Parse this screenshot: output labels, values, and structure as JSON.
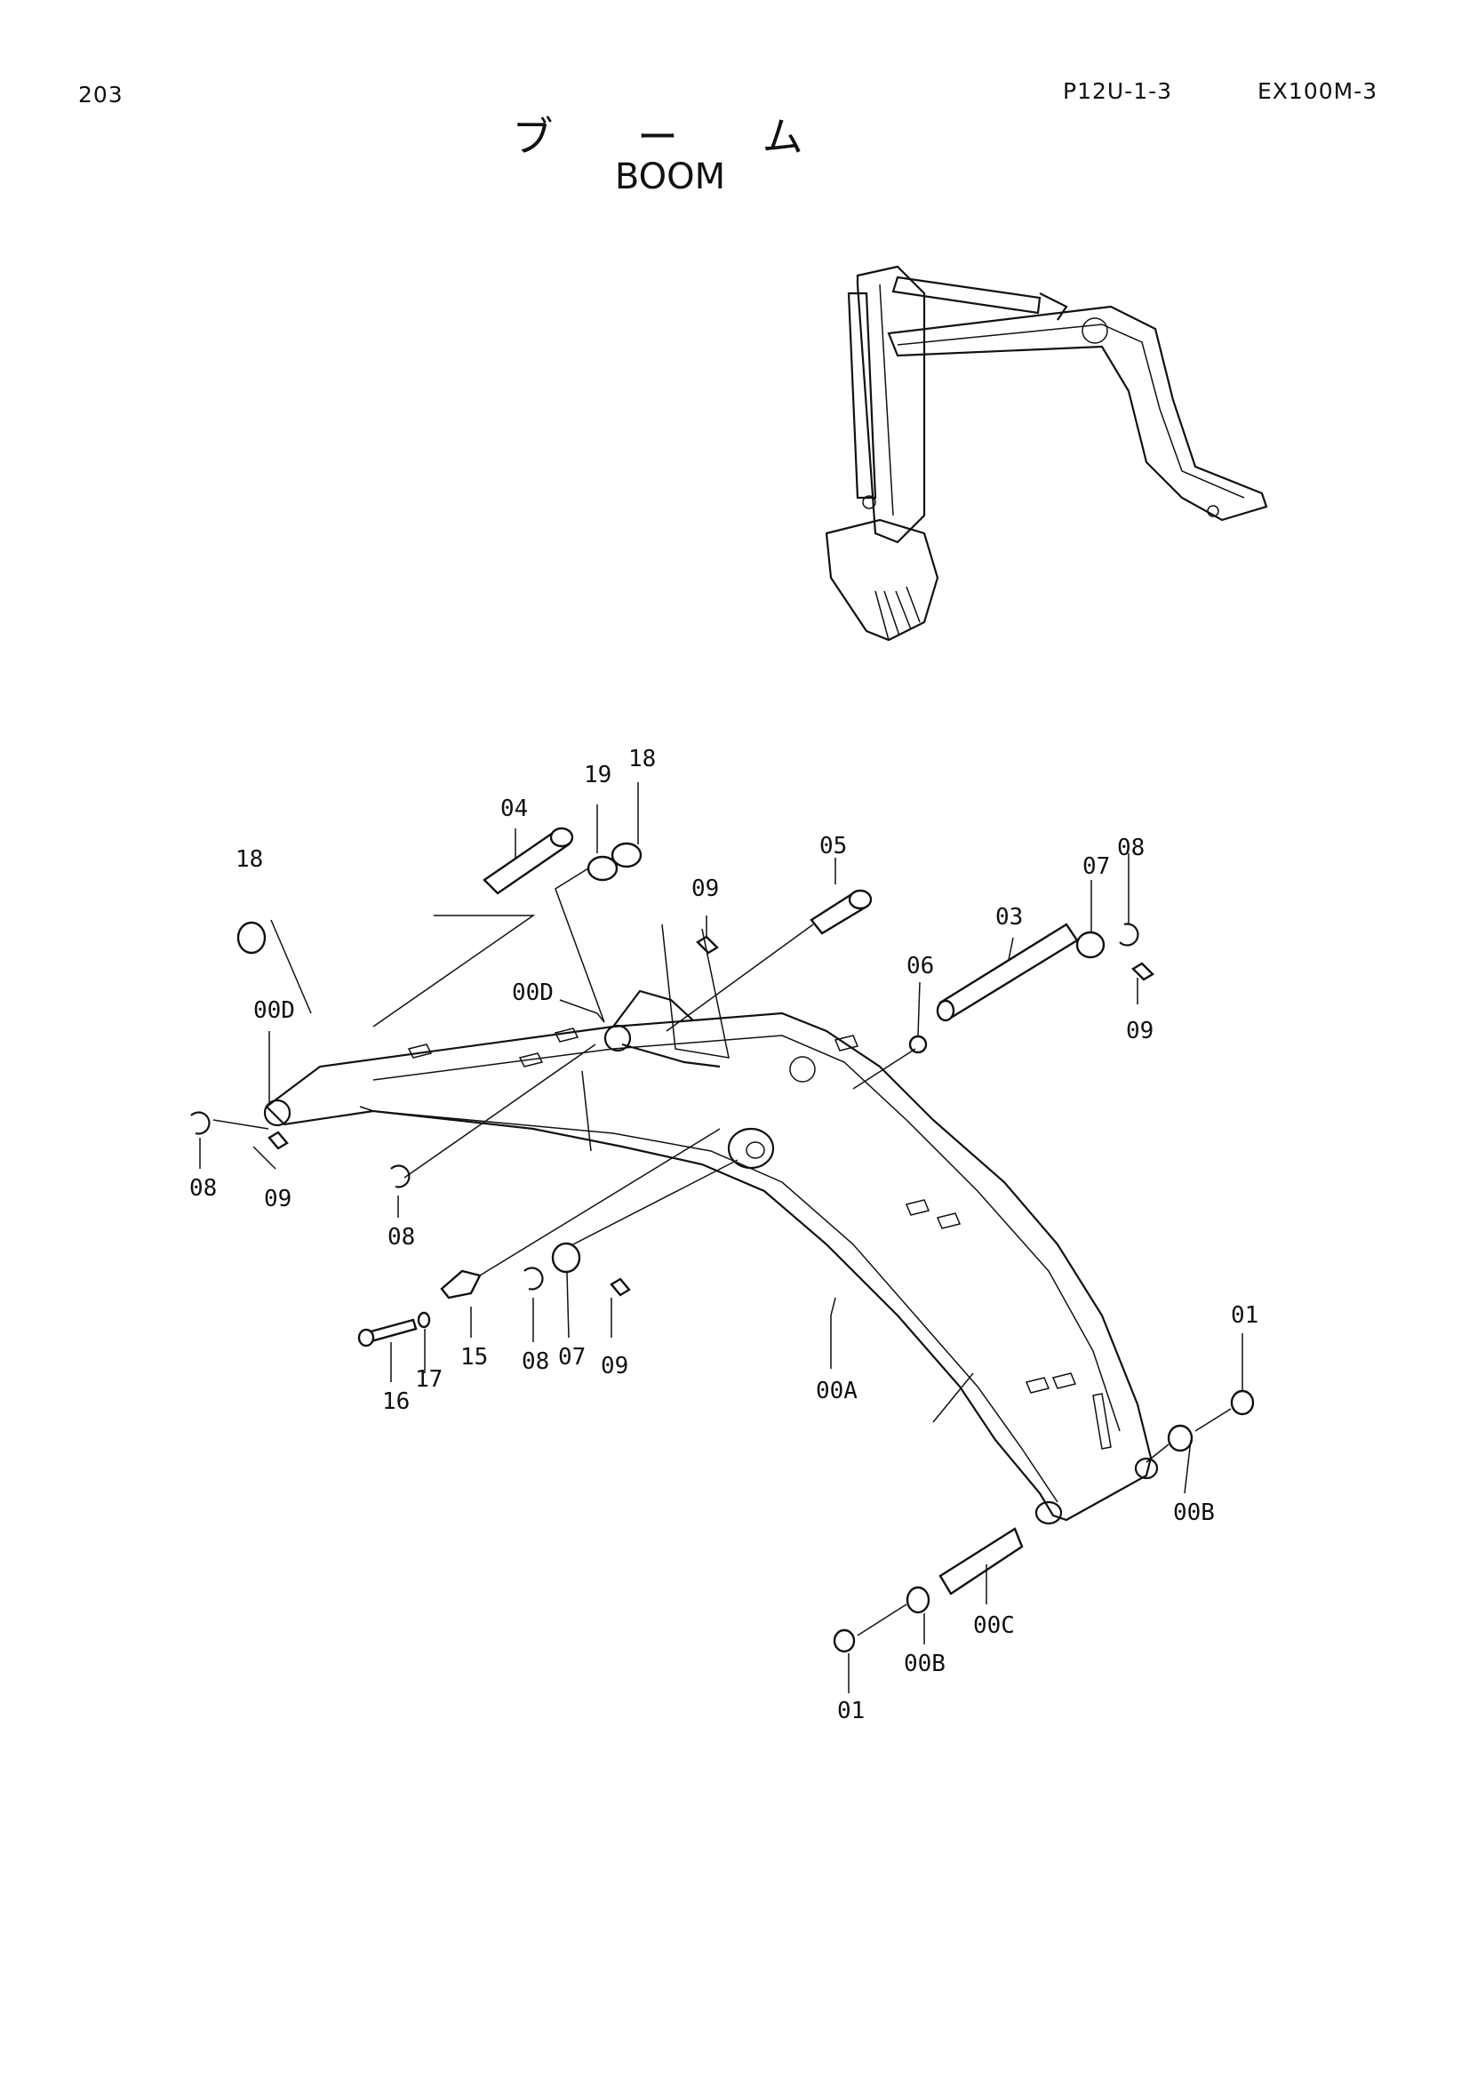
{
  "header": {
    "page_number": "203",
    "catalog_code": "P12U-1-3",
    "model": "EX100M-3"
  },
  "title": {
    "japanese": "ブ ー ム",
    "english": "BOOM"
  },
  "callouts": {
    "c18_top": "18",
    "c19": "19",
    "c18_left": "18",
    "c04": "04",
    "c05": "05",
    "c09_top": "09",
    "c03": "03",
    "c07_right": "07",
    "c08_right": "08",
    "c06": "06",
    "c09_right": "09",
    "c00D_left": "00D",
    "c00D_mid": "00D",
    "c08_left": "08",
    "c09_left": "09",
    "c08_mid": "08",
    "c15": "15",
    "c16": "16",
    "c17": "17",
    "c08_low": "08",
    "c07_low": "07",
    "c09_low": "09",
    "c00A": "00A",
    "c01_right": "01",
    "c00B_right": "00B",
    "c00C": "00C",
    "c00B_low": "00B",
    "c01_low": "01"
  }
}
